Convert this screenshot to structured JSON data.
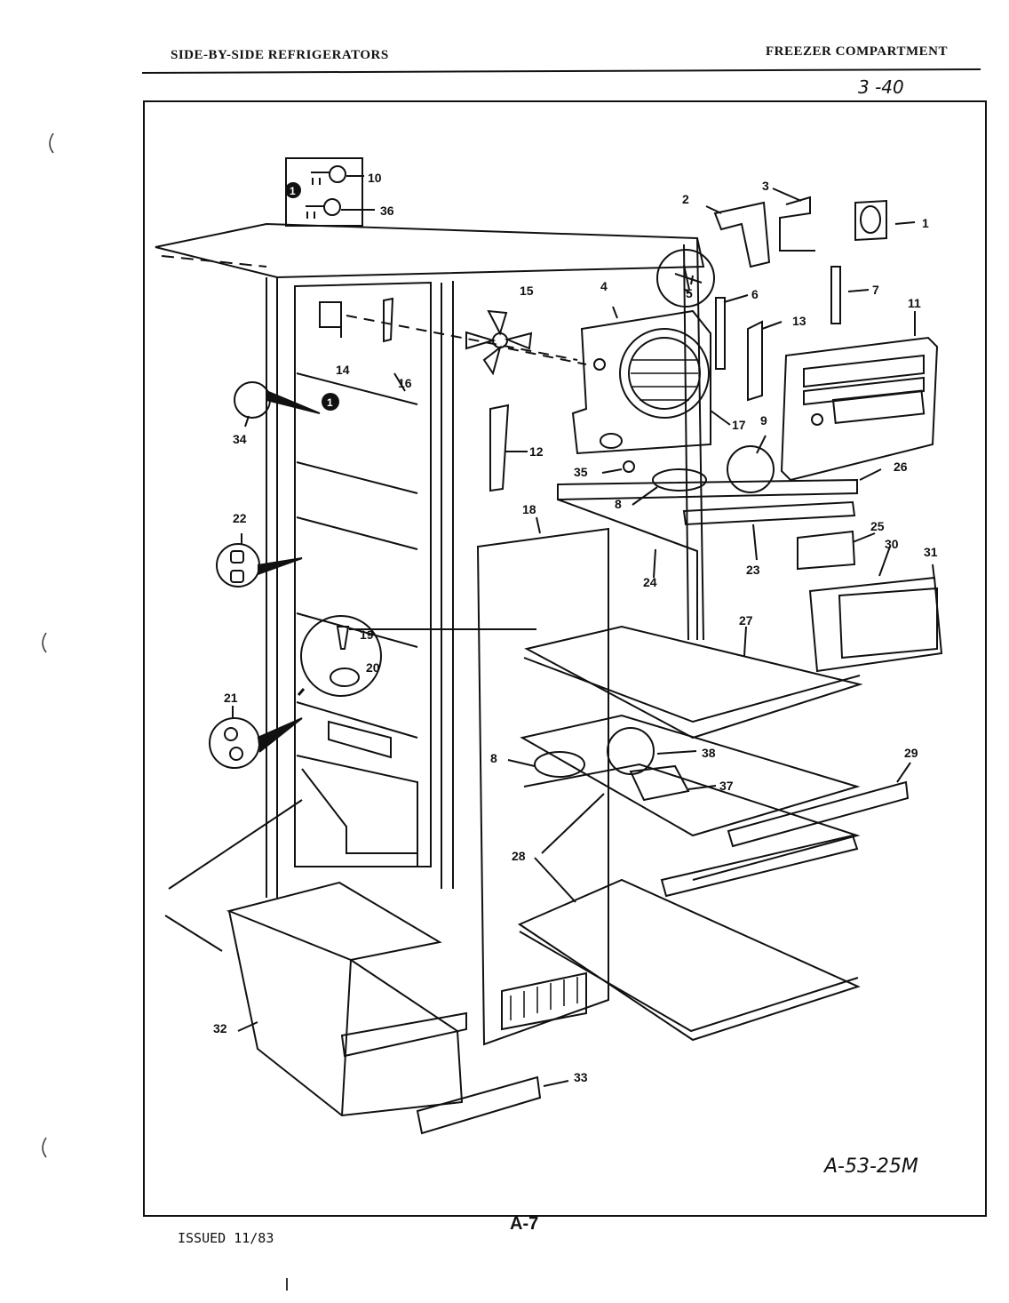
{
  "header": {
    "left_title": "SIDE-BY-SIDE REFRIGERATORS",
    "right_title": "FREEZER COMPARTMENT",
    "page_ref": "3 -40"
  },
  "diagram": {
    "drawing_code": "A-53-25M",
    "callout_marker": "1",
    "part_labels": [
      "1",
      "2",
      "3",
      "4",
      "5",
      "6",
      "7",
      "8",
      "8",
      "9",
      "10",
      "11",
      "12",
      "13",
      "14",
      "15",
      "16",
      "17",
      "18",
      "19",
      "20",
      "21",
      "22",
      "23",
      "24",
      "25",
      "26",
      "27",
      "28",
      "29",
      "30",
      "31",
      "32",
      "33",
      "34",
      "35",
      "36",
      "37",
      "38"
    ]
  },
  "footer": {
    "page_label": "A-7",
    "issued": "ISSUED 11/83"
  }
}
